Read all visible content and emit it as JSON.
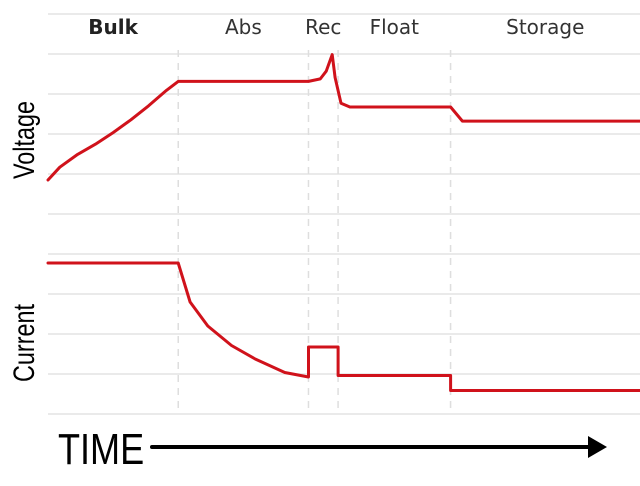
{
  "chart_data": {
    "type": "line",
    "title": "",
    "xlabel": "TIME",
    "phases": [
      {
        "name": "Bulk",
        "start": 0,
        "end": 22
      },
      {
        "name": "Abs",
        "start": 22,
        "end": 44
      },
      {
        "name": "Rec",
        "start": 44,
        "end": 49
      },
      {
        "name": "Float",
        "start": 49,
        "end": 68
      },
      {
        "name": "Storage",
        "start": 68,
        "end": 100
      }
    ],
    "xlim": [
      0,
      100
    ],
    "grid": true,
    "colors": {
      "trace": "#d0121b",
      "arrow": "#000000"
    },
    "panels": [
      {
        "ylabel": "Voltage",
        "ylim": [
          0,
          100
        ],
        "series": [
          {
            "x": [
              0,
              2,
              5,
              8,
              11,
              14,
              17,
              20,
              22,
              30,
              40,
              44,
              46,
              47,
              48,
              48.5,
              49.5,
              51,
              68,
              70,
              100
            ],
            "y": [
              0,
              10,
              20,
              28,
              37,
              47,
              58,
              70,
              77,
              77,
              77,
              77,
              79,
              85,
              98,
              80,
              60,
              57,
              57,
              46,
              46
            ]
          }
        ]
      },
      {
        "ylabel": "Current",
        "ylim": [
          0,
          100
        ],
        "series": [
          {
            "x": [
              0,
              22,
              24,
              27,
              31,
              35,
              40,
              44,
              44,
              49,
              49,
              68,
              68,
              100
            ],
            "y": [
              88,
              88,
              62,
              46,
              33,
              24,
              15,
              12,
              32,
              32,
              13,
              13,
              3,
              3
            ]
          }
        ]
      }
    ]
  }
}
